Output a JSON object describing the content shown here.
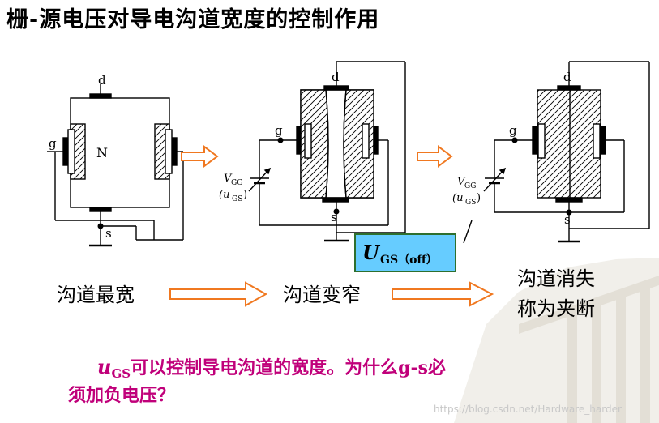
{
  "title": "栅-源电压对导电沟道宽度的控制作用",
  "labels": {
    "d": "d",
    "g": "g",
    "s": "s",
    "n": "N",
    "vgg": "V",
    "vgg_sub": "GG",
    "ugs_open": "(u",
    "ugs_sub": "GS",
    "ugs_close": ")"
  },
  "ugs_box": {
    "symbol": "U",
    "subscript": "GS（off）"
  },
  "stages": {
    "widest": "沟道最宽",
    "narrowing": "沟道变窄",
    "pinch_line1": "沟道消失",
    "pinch_line2": "称为夹断"
  },
  "question": {
    "u": "u",
    "u_sub": "GS",
    "text1": "可以控制导电沟道的宽度。为什么",
    "gs": "g-s",
    "text2": "必",
    "line2": "须加负电压？"
  },
  "watermark": "https://blog.csdn.net/Hardware_harder",
  "colors": {
    "arrow_fill": "#ffffff",
    "arrow_stroke": "#f07820",
    "question_text": "#c0007a",
    "ugs_box_fill": "#66ccff",
    "ugs_box_border": "#2e6f2e"
  },
  "icons": {
    "arrow": "right-arrow-icon",
    "variable_source": "variable-battery-icon"
  }
}
